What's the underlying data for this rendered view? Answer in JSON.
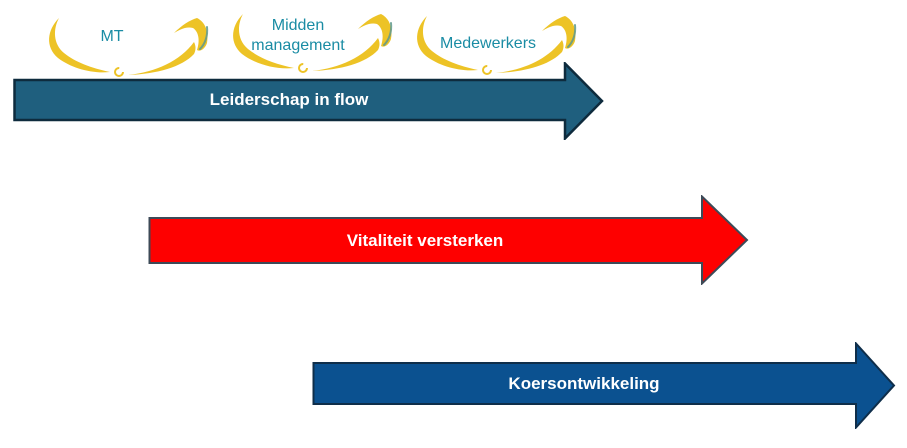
{
  "diagram": {
    "stages": [
      {
        "label": "MT"
      },
      {
        "label": "Midden management"
      },
      {
        "label": "Medewerkers"
      }
    ],
    "tracks": [
      {
        "label": "Leiderschap in flow",
        "color": "#1F5F7E"
      },
      {
        "label": "Vitaliteit versterken",
        "color": "#FE0000"
      },
      {
        "label": "Koersontwikkeling",
        "color": "#0B5190"
      }
    ],
    "icon_colors": {
      "swoosh_yellow": "#EDC326",
      "stage_label_teal": "#1A8CA4"
    },
    "arrow_text_color": "#FFFFFF"
  }
}
